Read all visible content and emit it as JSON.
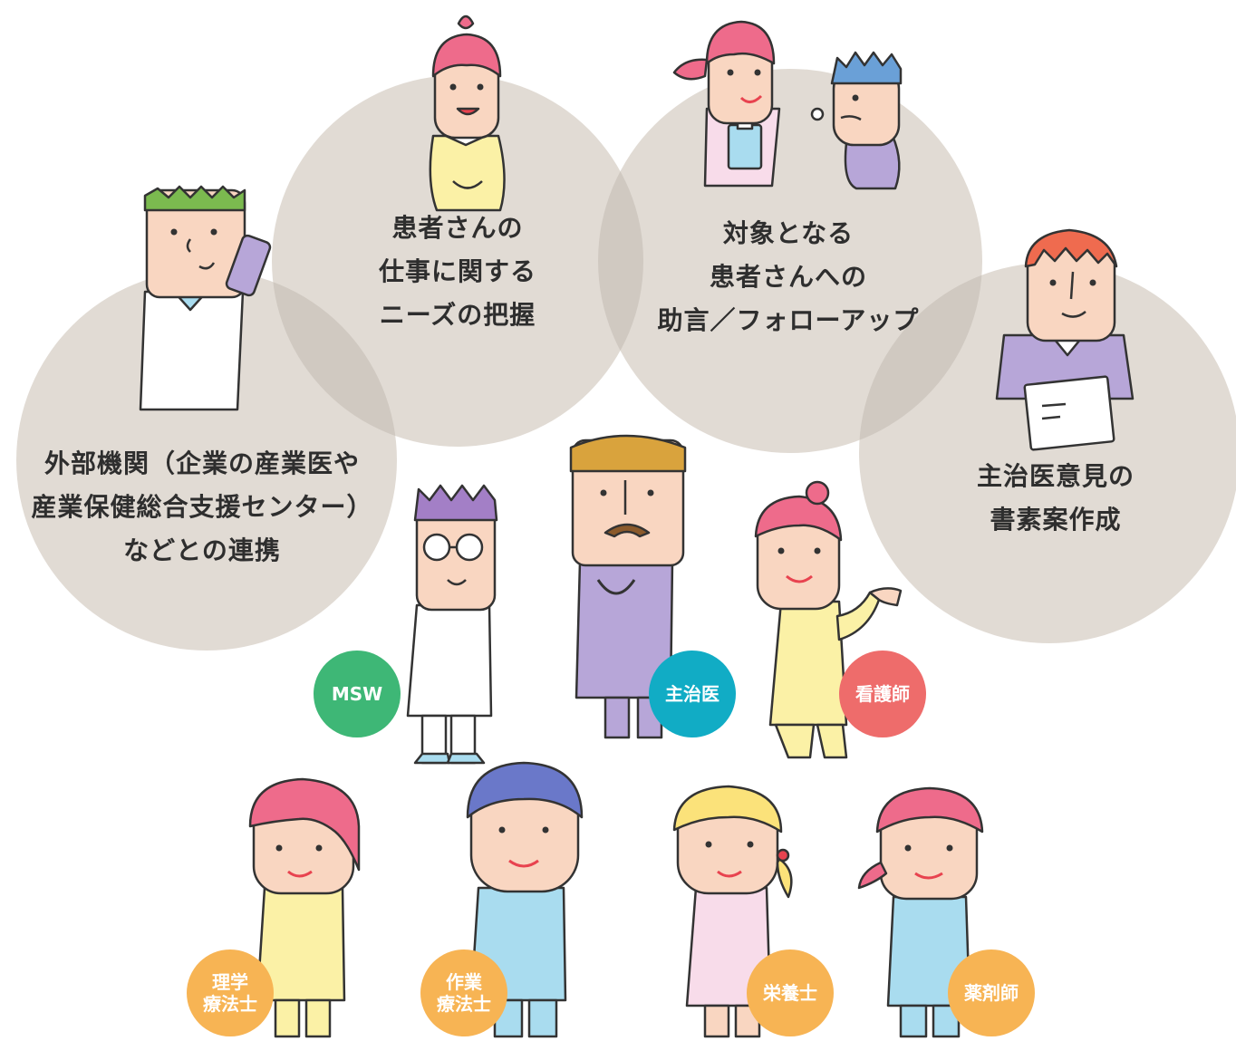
{
  "colors": {
    "circle": "#e1dbd4",
    "overlap": "#d0c9c1",
    "text": "#2e2e2e",
    "msw": "#3eb776",
    "doctor": "#11acc5",
    "nurse": "#ee6c6b",
    "therapist": "#f7b454"
  },
  "roles": {
    "external": [
      "外部機関（企業の産業医や",
      "産業保健総合支援センター）",
      "などとの連携"
    ],
    "needs": [
      "患者さんの",
      "仕事に関する",
      "ニーズの把握"
    ],
    "advice": [
      "対象となる",
      "患者さんへの",
      "助言／フォローアップ"
    ],
    "opinion": [
      "主治医意見の",
      "書素案作成"
    ]
  },
  "badges": {
    "msw": [
      "MSW"
    ],
    "doctor": [
      "主治医"
    ],
    "nurse": [
      "看護師"
    ],
    "pt": [
      "理学",
      "療法士"
    ],
    "ot": [
      "作業",
      "療法士"
    ],
    "dietitian": [
      "栄養士"
    ],
    "pharmacist": [
      "薬剤師"
    ]
  }
}
